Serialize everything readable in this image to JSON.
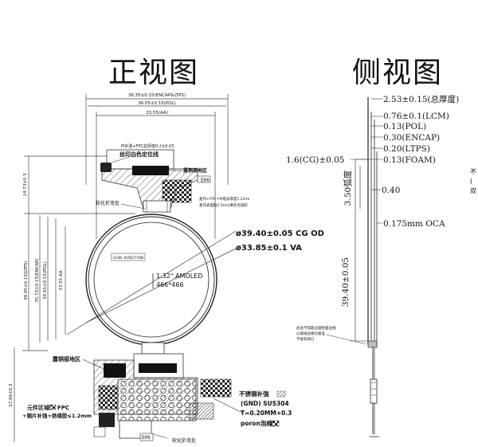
{
  "titles": {
    "front": "正视图",
    "side": "侧视图"
  },
  "front_view": {
    "dim_top_1": "36.35±0.15(ENCAP&LTPS)",
    "dim_top_2": "36.05±0.15(POL)",
    "dim_top_3": "33.55(AA)",
    "dim_left_top": "14.73±0.3",
    "dim_left_1": "38.95±0.15(LTPS)",
    "dim_left_2": "35.73±0.15(ENCAP)",
    "dim_left_3": "34.65±0.15(POL)",
    "dim_left_4": "33.55 AA",
    "dim_left_bottom": "27.66±0.3",
    "note_fpc": "PI补强+FPC总厚度0.2±0.03",
    "label_silk": "丝印白色定位线",
    "label_copper": "露铜接地区",
    "label_emi": "EMI",
    "note_emi_1": "麦作+FPC+导电总厚度1.2mm",
    "note_emi_2": "麦作表面贴2.5mm黄色泡漆胶",
    "label_bend": "软化折弯处",
    "dim_cg_od": "ø39.40±0.05 CG OD",
    "dim_va": "ø33.85±0.1 VA",
    "scan_direction": "SCAN DIRECTION",
    "amoled_1": "1.32\" AMOLED",
    "amoled_2": "466*466",
    "label_copper_2": "露铜接地区",
    "label_component_1": "元件区域",
    "label_component_fpc": "FPC",
    "label_component_2": "+钢片补强+绝缘胶≤1.2mm",
    "label_steel": "不锈钢补强",
    "label_gnd": "(GND) SUS304",
    "label_thickness": "T=0.20MM+0.3",
    "label_poron": "poron泡棉",
    "label_emi_2": "EMI",
    "label_bend_2": "软化折弯处"
  },
  "side_view": {
    "total": "2.53±0.15(总厚度)",
    "lcm": "0.76±0.1(LCM)",
    "pol": "0.13(POL)",
    "encap": "0.30(ENCAP)",
    "ltps": "0.20(LTPS)",
    "foam": "0.13(FOAM)",
    "cg": "1.6(CG)±0.05",
    "arc": "3.50弧度",
    "d040": "0.40",
    "oca": "0.175mm OCA",
    "length": "39.40±0.05",
    "note_1": "此处不得超过圆柱面边线",
    "note_2": "以玻璃边缘为基准",
    "note_3": "不能有缺口",
    "edge_1": "不",
    "edge_2": "(",
    "edge_3": "双"
  }
}
